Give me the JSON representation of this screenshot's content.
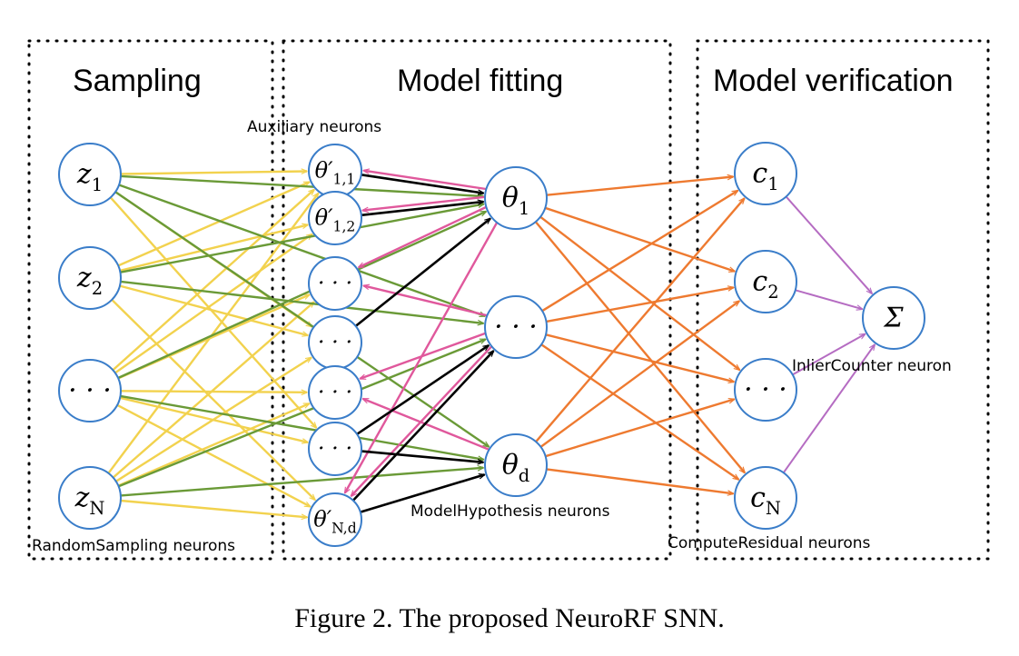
{
  "sections": [
    {
      "id": "sampling",
      "title": "Sampling"
    },
    {
      "id": "fitting",
      "title": "Model fitting"
    },
    {
      "id": "verification",
      "title": "Model verification"
    }
  ],
  "group_labels": {
    "auxiliary": "Auxiliary neurons",
    "random_sampling": "RandomSampling neurons",
    "model_hypothesis": "ModelHypothesis neurons",
    "compute_residual": "ComputeResidual neurons",
    "inlier_counter": "InlierCounter neuron"
  },
  "nodes": {
    "sampling": [
      {
        "id": "z1",
        "sym": "z",
        "sub": "1"
      },
      {
        "id": "z2",
        "sym": "z",
        "sub": "2"
      },
      {
        "id": "zdots",
        "sym": "· · ·",
        "sub": ""
      },
      {
        "id": "zN",
        "sym": "z",
        "sub": "N"
      }
    ],
    "auxiliary": [
      {
        "id": "a11",
        "sym": "θ′",
        "sub": "1,1"
      },
      {
        "id": "a12",
        "sym": "θ′",
        "sub": "1,2"
      },
      {
        "id": "a3",
        "sym": "· · ·",
        "sub": ""
      },
      {
        "id": "a4",
        "sym": "· · ·",
        "sub": ""
      },
      {
        "id": "a5",
        "sym": "· · ·",
        "sub": ""
      },
      {
        "id": "a6",
        "sym": "· · ·",
        "sub": ""
      },
      {
        "id": "aNd",
        "sym": "θ′",
        "sub": "N,d"
      }
    ],
    "hypothesis": [
      {
        "id": "t1",
        "sym": "θ",
        "sub": "1"
      },
      {
        "id": "tdots",
        "sym": "· · ·",
        "sub": ""
      },
      {
        "id": "td",
        "sym": "θ",
        "sub": "d"
      }
    ],
    "residual": [
      {
        "id": "c1",
        "sym": "c",
        "sub": "1"
      },
      {
        "id": "c2",
        "sym": "c",
        "sub": "2"
      },
      {
        "id": "cdots",
        "sym": "· · ·",
        "sub": ""
      },
      {
        "id": "cN",
        "sym": "c",
        "sub": "N"
      }
    ],
    "counter": [
      {
        "id": "sigma",
        "sym": "Σ",
        "sub": ""
      }
    ]
  },
  "edge_colors": {
    "sampling_to_aux": "#f2d24e",
    "sampling_to_hypothesis": "#6a9a37",
    "aux_to_hypothesis": "#000000",
    "hypothesis_to_aux": "#e0589c",
    "hypothesis_to_residual": "#ee7a30",
    "residual_to_counter": "#b56cc2"
  },
  "caption": "Figure 2. The proposed NeuroRF SNN."
}
